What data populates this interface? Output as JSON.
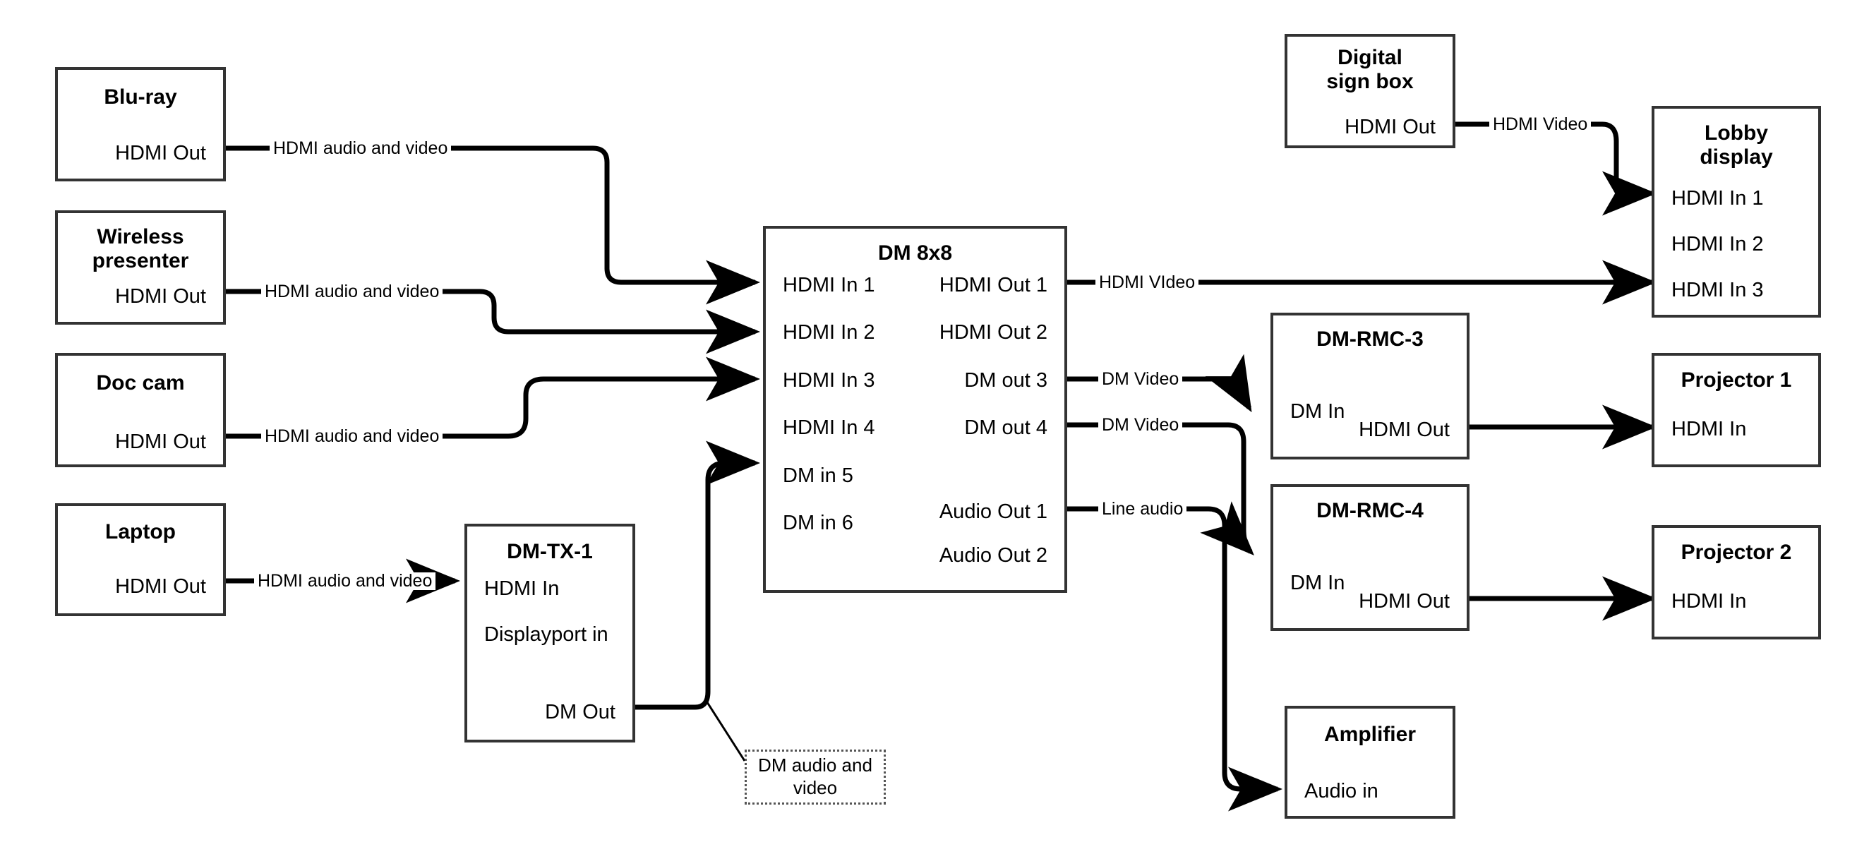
{
  "diagram": {
    "title": "AV signal flow diagram",
    "stroke_color": "#333333",
    "wire_color": "#000000",
    "background": "#ffffff",
    "callout_border_color": "#555555"
  },
  "nodes": [
    {
      "id": "bluray",
      "title": "Blu-ray",
      "ports_right": [
        "HDMI Out"
      ],
      "ports_left": []
    },
    {
      "id": "wireless-presenter",
      "title": "Wireless presenter",
      "ports_right": [
        "HDMI Out"
      ],
      "ports_left": []
    },
    {
      "id": "doc-cam",
      "title": "Doc cam",
      "ports_right": [
        "HDMI Out"
      ],
      "ports_left": []
    },
    {
      "id": "laptop",
      "title": "Laptop",
      "ports_right": [
        "HDMI Out"
      ],
      "ports_left": []
    },
    {
      "id": "dm-tx-1",
      "title": "DM-TX-1",
      "ports_left": [
        "HDMI In",
        "Displayport in"
      ],
      "ports_right": [
        "DM Out"
      ]
    },
    {
      "id": "dm-8x8",
      "title": "DM 8x8",
      "ports_left": [
        "HDMI In 1",
        "HDMI In 2",
        "HDMI In 3",
        "HDMI In 4",
        "DM in 5",
        "DM in 6"
      ],
      "ports_right": [
        "HDMI Out 1",
        "HDMI Out 2",
        "DM out 3",
        "DM out 4",
        "Audio Out 1",
        "Audio Out 2"
      ]
    },
    {
      "id": "digital-sign-box",
      "title": "Digital sign box",
      "ports_right": [
        "HDMI Out"
      ],
      "ports_left": []
    },
    {
      "id": "lobby-display",
      "title": "Lobby display",
      "ports_left": [
        "HDMI In 1",
        "HDMI In 2",
        "HDMI In 3"
      ],
      "ports_right": []
    },
    {
      "id": "dm-rmc-3",
      "title": "DM-RMC-3",
      "ports_left": [
        "DM In"
      ],
      "ports_right": [
        "HDMI Out"
      ]
    },
    {
      "id": "dm-rmc-4",
      "title": "DM-RMC-4",
      "ports_left": [
        "DM In"
      ],
      "ports_right": [
        "HDMI Out"
      ]
    },
    {
      "id": "projector-1",
      "title": "Projector 1",
      "ports_left": [
        "HDMI In"
      ],
      "ports_right": []
    },
    {
      "id": "projector-2",
      "title": "Projector 2",
      "ports_left": [
        "HDMI In"
      ],
      "ports_right": []
    },
    {
      "id": "amplifier",
      "title": "Amplifier",
      "ports_left": [
        "Audio in"
      ],
      "ports_right": []
    }
  ],
  "node_titles": {
    "bluray": "Blu-ray",
    "wireless_presenter": "Wireless presenter",
    "doc_cam": "Doc cam",
    "laptop": "Laptop",
    "dm_tx_1": "DM-TX-1",
    "dm_8x8": "DM 8x8",
    "digital_sign_box": "Digital sign box",
    "lobby_display": "Lobby display",
    "dm_rmc_3": "DM-RMC-3",
    "dm_rmc_4": "DM-RMC-4",
    "projector_1": "Projector 1",
    "projector_2": "Projector 2",
    "amplifier": "Amplifier"
  },
  "ports": {
    "hdmi_out": "HDMI Out",
    "hdmi_in": "HDMI In",
    "displayport_in": "Displayport in",
    "dm_out": "DM Out",
    "dm_in": "DM In",
    "audio_in": "Audio in",
    "dm8x8_in_1": "HDMI In 1",
    "dm8x8_in_2": "HDMI In 2",
    "dm8x8_in_3": "HDMI In 3",
    "dm8x8_in_4": "HDMI In 4",
    "dm8x8_in_5": "DM in 5",
    "dm8x8_in_6": "DM in 6",
    "dm8x8_out_1": "HDMI Out 1",
    "dm8x8_out_2": "HDMI Out 2",
    "dm8x8_out_3": "DM out 3",
    "dm8x8_out_4": "DM out 4",
    "dm8x8_audio_out_1": "Audio Out 1",
    "dm8x8_audio_out_2": "Audio Out 2",
    "lobby_in_1": "HDMI In 1",
    "lobby_in_2": "HDMI In 2",
    "lobby_in_3": "HDMI In 3"
  },
  "edge_labels": {
    "bluray_to_dm": "HDMI audio and video",
    "wireless_to_dm": "HDMI audio and video",
    "doccam_to_dm": "HDMI audio and video",
    "laptop_to_tx": "HDMI audio and video",
    "sign_to_lobby": "HDMI Video",
    "dm_out1_to_lobby": "HDMI VIdeo",
    "dm_out3_to_rmc3": "DM Video",
    "dm_out4_to_rmc4": "DM Video",
    "audio_out1_to_amp": "Line audio"
  },
  "callouts": {
    "dm_audio_and_video": "DM audio and video"
  }
}
